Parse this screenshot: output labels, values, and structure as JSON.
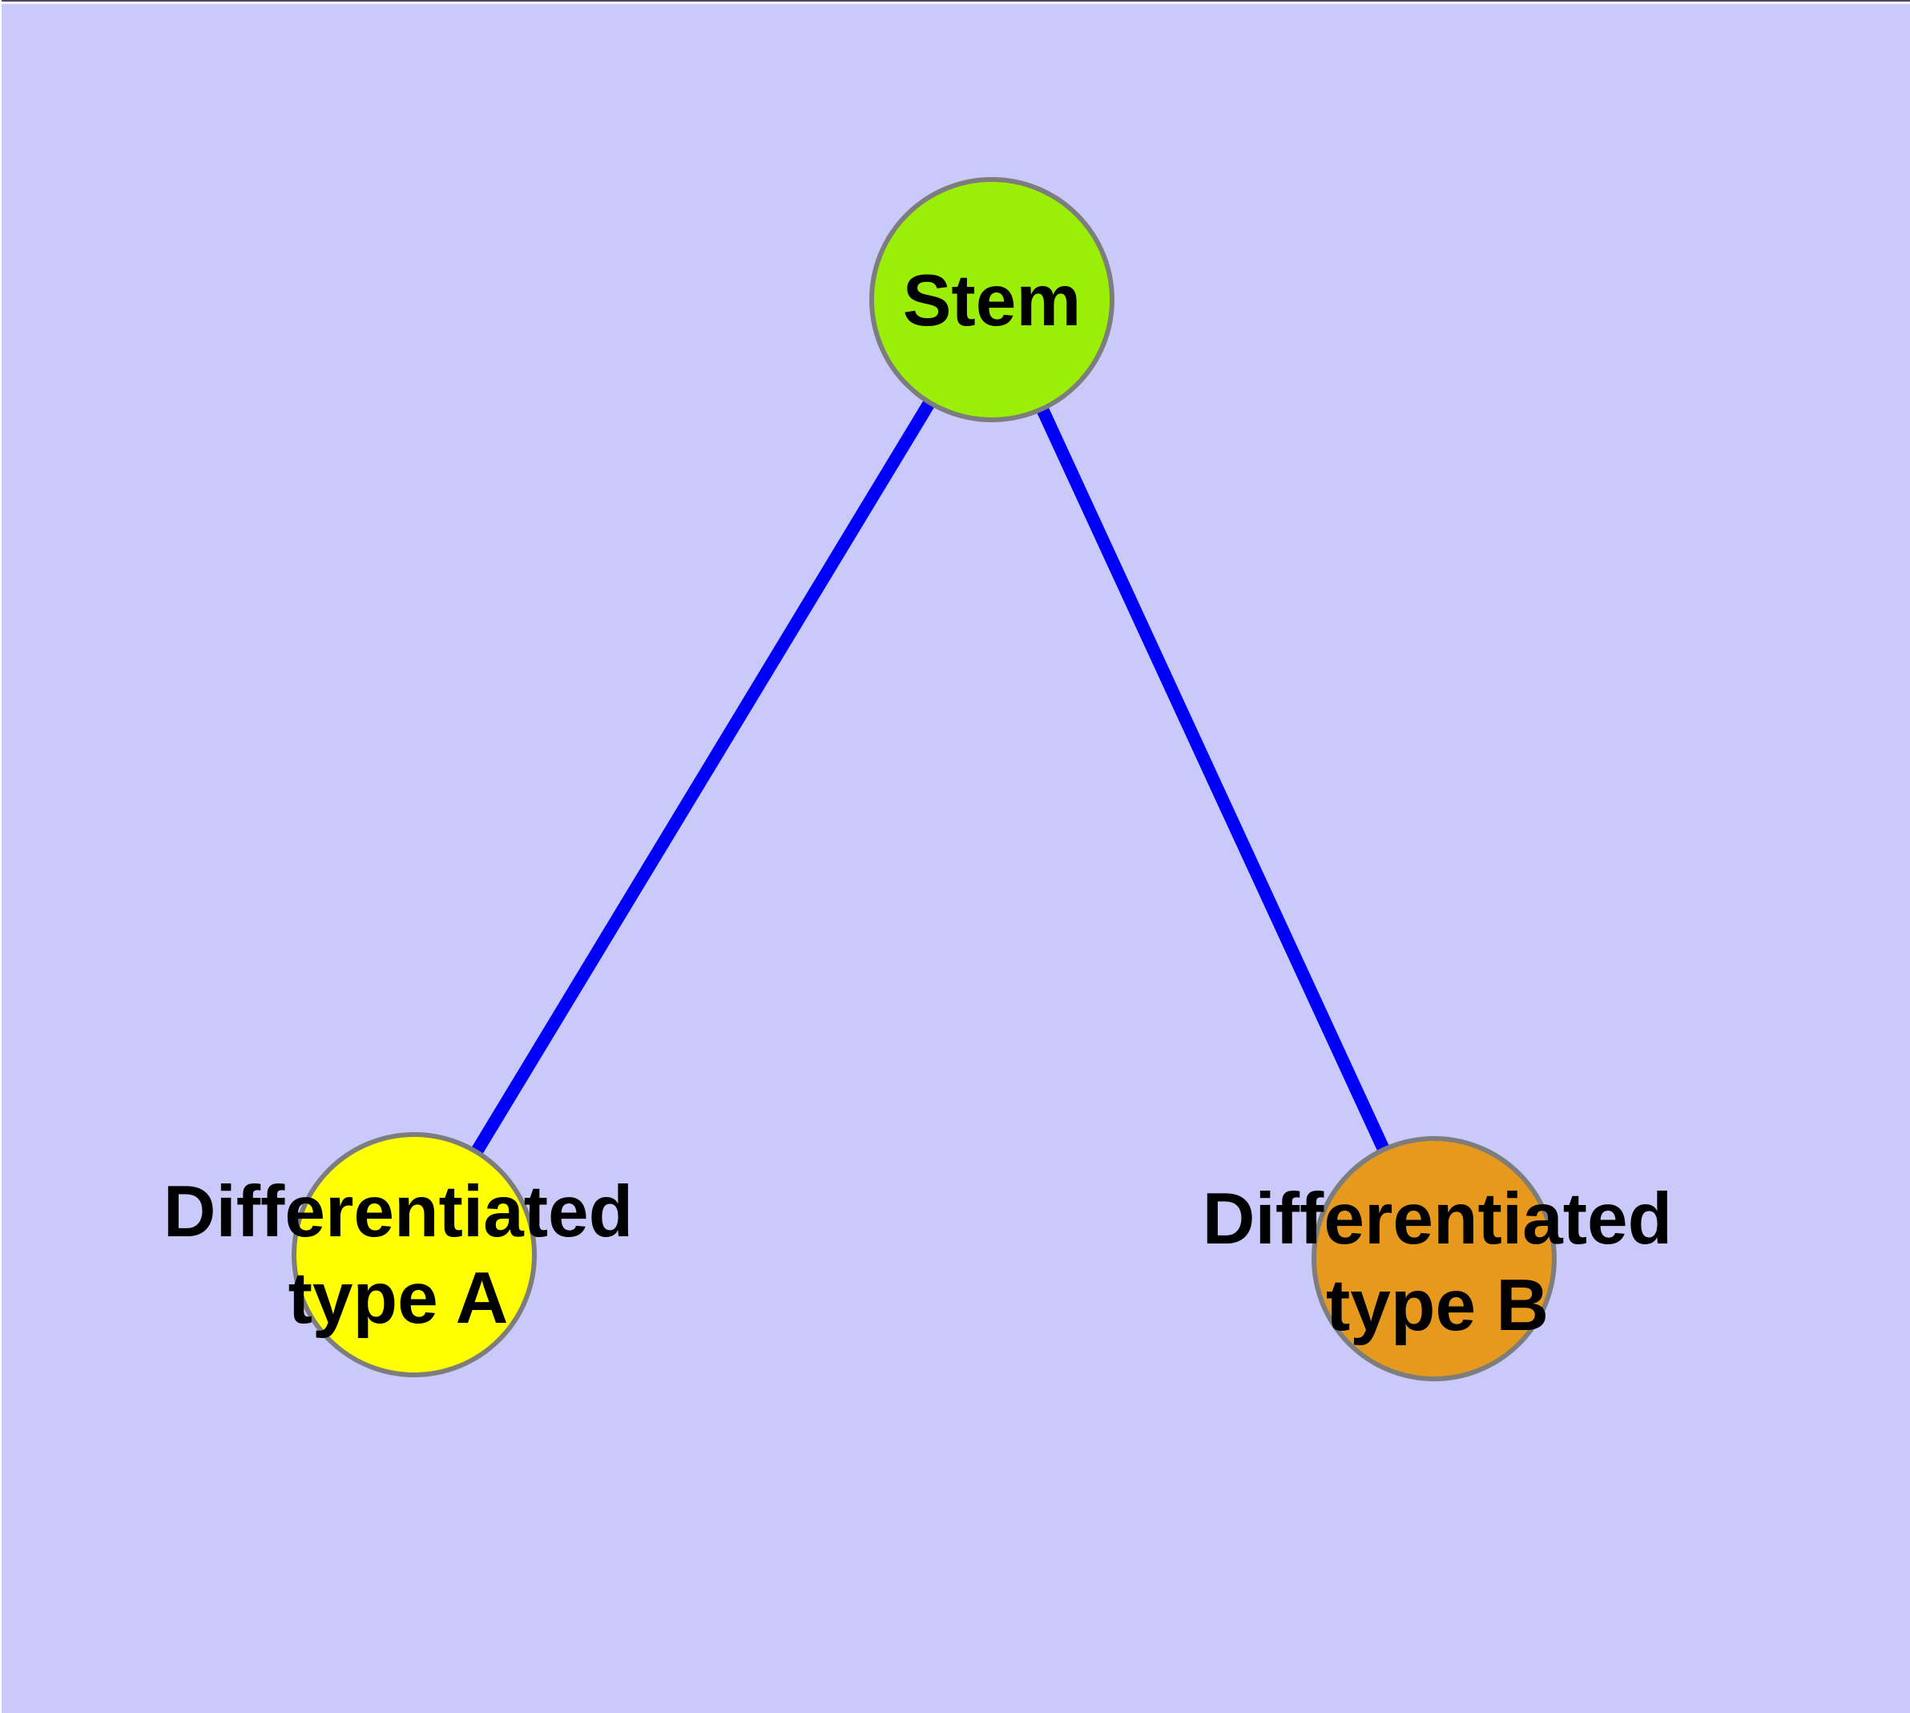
{
  "diagram": {
    "title": "",
    "background": "#C9C9FA",
    "label_color": "#000000",
    "node_border_color": "#7D7D7D",
    "nodes": {
      "stem": {
        "id": "stem",
        "label": "Stem",
        "fill": "#9BEF06"
      },
      "typeA": {
        "id": "typeA",
        "label": "Differentiated\ntype A",
        "fill": "#FFFF00"
      },
      "typeB": {
        "id": "typeB",
        "label": "Differentiated\ntype B",
        "fill": "#E6991D"
      }
    },
    "edges": {
      "color": "#0000FA",
      "list": [
        {
          "from": "stem",
          "to": "typeA"
        },
        {
          "from": "stem",
          "to": "typeB"
        }
      ]
    }
  }
}
